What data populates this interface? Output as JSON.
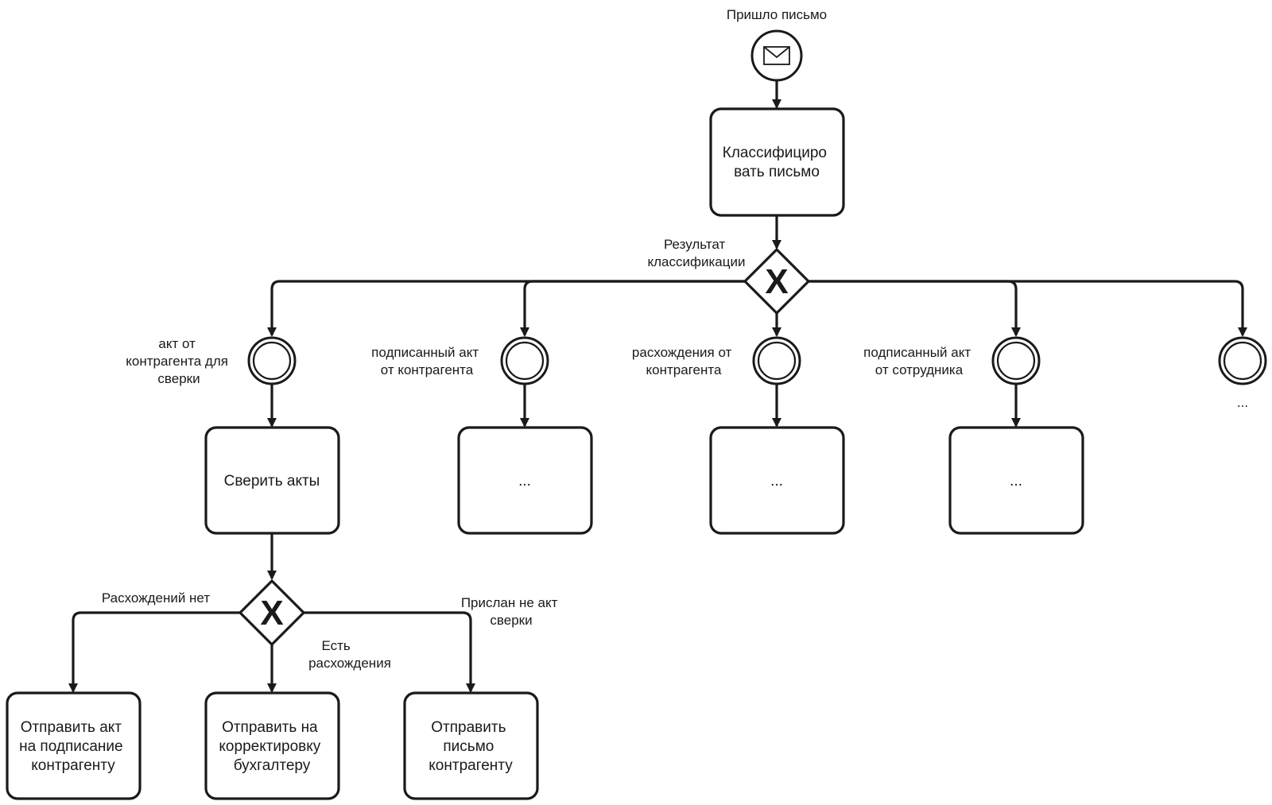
{
  "start_event": {
    "label": "Пришло письмо",
    "icon": "envelope-icon"
  },
  "classify_task": {
    "lines": [
      "Классифициро",
      "вать письмо"
    ]
  },
  "gateway_main": {
    "label_lines": [
      "Результат",
      "классификации"
    ],
    "symbol": "X"
  },
  "branches": [
    {
      "event_label_lines": [
        "акт от",
        "контрагента для",
        "сверки"
      ],
      "task_lines": [
        "Сверить акты"
      ]
    },
    {
      "event_label_lines": [
        "подписанный акт",
        "от контрагента"
      ],
      "task_lines": [
        "..."
      ]
    },
    {
      "event_label_lines": [
        "расхождения от",
        "контрагента"
      ],
      "task_lines": [
        "..."
      ]
    },
    {
      "event_label_lines": [
        "подписанный акт",
        "от сотрудника"
      ],
      "task_lines": [
        "..."
      ]
    },
    {
      "event_label_lines": [
        "..."
      ]
    }
  ],
  "gateway_reconcile": {
    "symbol": "X"
  },
  "outcomes": [
    {
      "edge_label_lines": [
        "Расхождений нет"
      ],
      "task_lines": [
        "Отправить акт",
        "на подписание",
        "контрагенту"
      ]
    },
    {
      "edge_label_lines": [
        "Есть",
        "расхождения"
      ],
      "task_lines": [
        "Отправить на",
        "корректировку",
        "бухгалтеру"
      ]
    },
    {
      "edge_label_lines": [
        "Прислан не акт",
        "сверки"
      ],
      "task_lines": [
        "Отправить",
        "письмо",
        "контрагенту"
      ]
    }
  ]
}
